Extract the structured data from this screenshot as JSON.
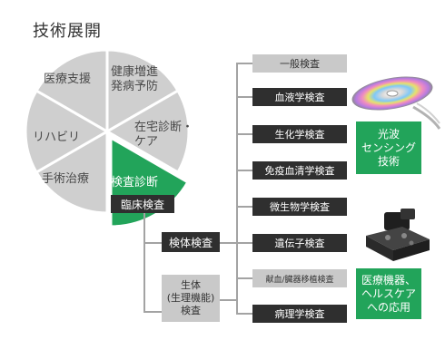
{
  "title": "技術展開",
  "pie": {
    "segments": [
      {
        "label": "健康増進\n発病予防"
      },
      {
        "label": "在宅診断・\nケア"
      },
      {
        "label": "検査診断",
        "highlight": true
      },
      {
        "label": "手術治療"
      },
      {
        "label": "リハビリ"
      },
      {
        "label": "医療支援"
      }
    ],
    "colors": {
      "gray": "#cfcfcf",
      "green": "#22a45a"
    }
  },
  "diagram": {
    "clinical": "臨床検査",
    "specimen": "検体検査",
    "physio": "生体\n(生理機能)\n検査",
    "tests": [
      "一般検査",
      "血液学検査",
      "生化学検査",
      "免疫血清学検査",
      "微生物学検査",
      "遺伝子検査",
      "献血/臓器移植検査",
      "病理学検査"
    ]
  },
  "callouts": {
    "optical": "光波\nセンシング\n技術",
    "medical": "医療機器、\nヘルスケア\nへの応用"
  }
}
